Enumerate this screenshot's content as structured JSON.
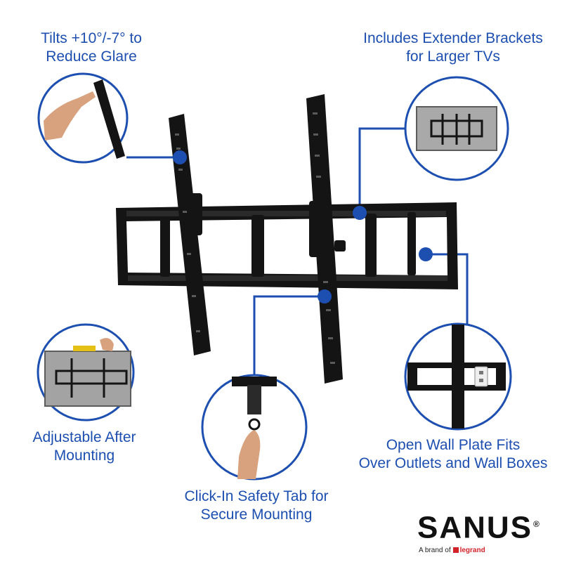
{
  "captions": {
    "tilt": [
      "Tilts +10°/-7° to",
      "Reduce Glare"
    ],
    "extender": [
      "Includes Extender Brackets",
      "for Larger TVs"
    ],
    "adjustable": [
      "Adjustable After",
      "Mounting"
    ],
    "wall_plate": [
      "Open Wall Plate Fits",
      "Over Outlets and Wall Boxes"
    ],
    "safety_tab": [
      "Click-In Safety Tab for",
      "Secure Mounting"
    ]
  },
  "brand": {
    "name": "SANUS",
    "registered": "®",
    "tagline": "A brand of",
    "parent": "legrand"
  },
  "colors": {
    "accent": "#1d4fb0",
    "mount": "#141414",
    "callout_fill": "#ffffff"
  },
  "icons": {
    "bullet": "callout-dot-icon"
  }
}
